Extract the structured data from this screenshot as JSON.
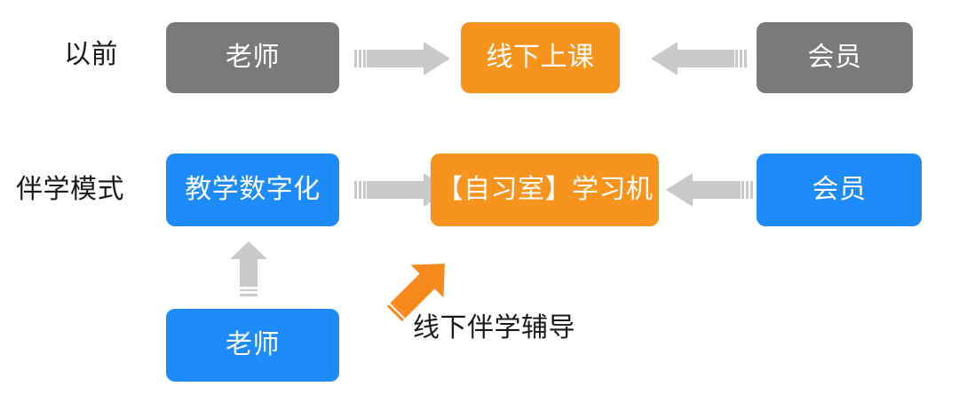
{
  "diagram": {
    "rows": [
      {
        "label": "以前",
        "nodes": [
          {
            "text": "老师",
            "color": "#7a7a7a",
            "style": "gray"
          },
          {
            "text": "线下上课",
            "color": "#f7941d",
            "style": "orange"
          },
          {
            "text": "会员",
            "color": "#7a7a7a",
            "style": "gray"
          }
        ],
        "arrows": [
          {
            "name": "arrow-right-gray-row1",
            "direction": "right",
            "color": "#c9c9c9"
          },
          {
            "name": "arrow-left-gray-row1",
            "direction": "left",
            "color": "#c9c9c9"
          }
        ]
      },
      {
        "label": "伴学模式",
        "nodes": [
          {
            "text": "教学数字化",
            "color": "#1e8bfb",
            "style": "blue"
          },
          {
            "text": "【自习室】学习机",
            "color": "#f7941d",
            "style": "orange"
          },
          {
            "text": "会员",
            "color": "#1e8bfb",
            "style": "blue"
          }
        ],
        "arrows": [
          {
            "name": "arrow-right-gray-row2",
            "direction": "right",
            "color": "#c9c9c9"
          },
          {
            "name": "arrow-left-gray-row2",
            "direction": "left",
            "color": "#c9c9c9"
          }
        ]
      }
    ],
    "bottom": {
      "node": {
        "text": "老师",
        "color": "#1e8bfb",
        "style": "blue"
      },
      "arrow_up": {
        "name": "arrow-up-gray",
        "direction": "up",
        "color": "#c9c9c9"
      },
      "arrow_diagonal": {
        "name": "arrow-upright-orange",
        "direction": "up-right",
        "color": "#f7891d"
      },
      "caption": "线下伴学辅导"
    },
    "colors": {
      "gray": "#7a7a7a",
      "blue": "#1e8bfb",
      "orange": "#f7941d",
      "arrow_gray": "#c9c9c9",
      "arrow_orange": "#f7891d",
      "text_dark": "#1a1a1a",
      "text_light": "#ffffff",
      "background": "#ffffff"
    }
  }
}
